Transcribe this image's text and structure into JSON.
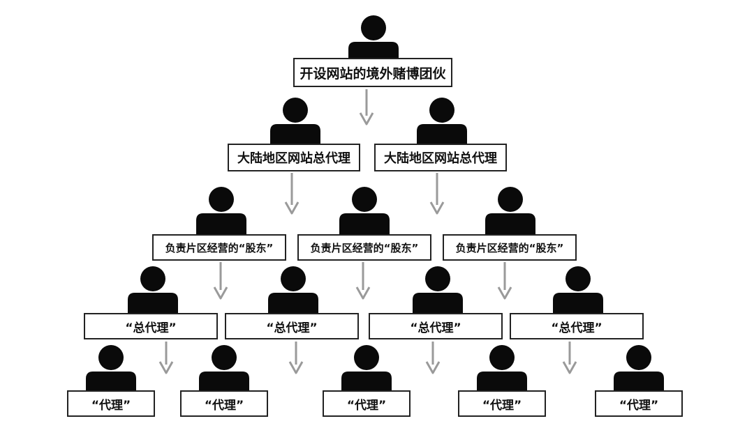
{
  "diagram": {
    "levels": [
      {
        "label": "开设网站的境外赌博团伙"
      },
      {
        "label": "大陆地区网站总代理"
      },
      {
        "label": "负责片区经营的“股东”"
      },
      {
        "label": "“总代理”"
      },
      {
        "label": "“代理”"
      }
    ],
    "colors": {
      "figure": "#0a0a0a",
      "arrow": "#9a9a9a",
      "border": "#222222",
      "box_fill": "#ffffff"
    },
    "icons": [
      "person-silhouette-icon",
      "arrow-down-icon"
    ]
  }
}
